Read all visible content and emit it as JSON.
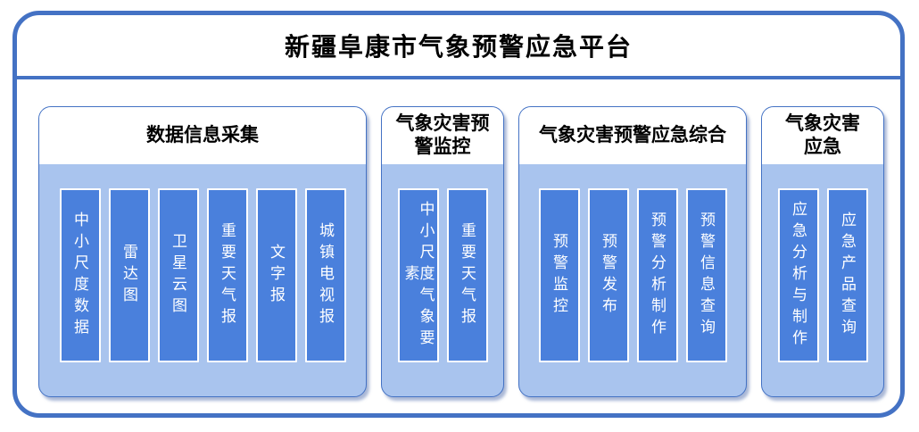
{
  "title": "新疆阜康市气象预警应急平台",
  "colors": {
    "frame_border": "#4472C4",
    "panel_body": "#A9C4EE",
    "node_fill": "#4A80DC",
    "node_text": "#FFFFFF",
    "title_text": "#000000"
  },
  "groups": [
    {
      "title": "数据信息采集",
      "items": [
        "中小尺度数据",
        "雷达图",
        "卫星云图",
        "重要天气报",
        "文字报",
        "城镇电视报"
      ]
    },
    {
      "title": "气象灾害预警监控",
      "items": [
        "中小尺度气象要素",
        "重要天气报"
      ]
    },
    {
      "title": "气象灾害预警应急综合",
      "items": [
        "预警监控",
        "预警发布",
        "预警分析制作",
        "预警信息查询"
      ]
    },
    {
      "title": "气象灾害应急",
      "items": [
        "应急分析与制作",
        "应急产品查询"
      ]
    }
  ]
}
